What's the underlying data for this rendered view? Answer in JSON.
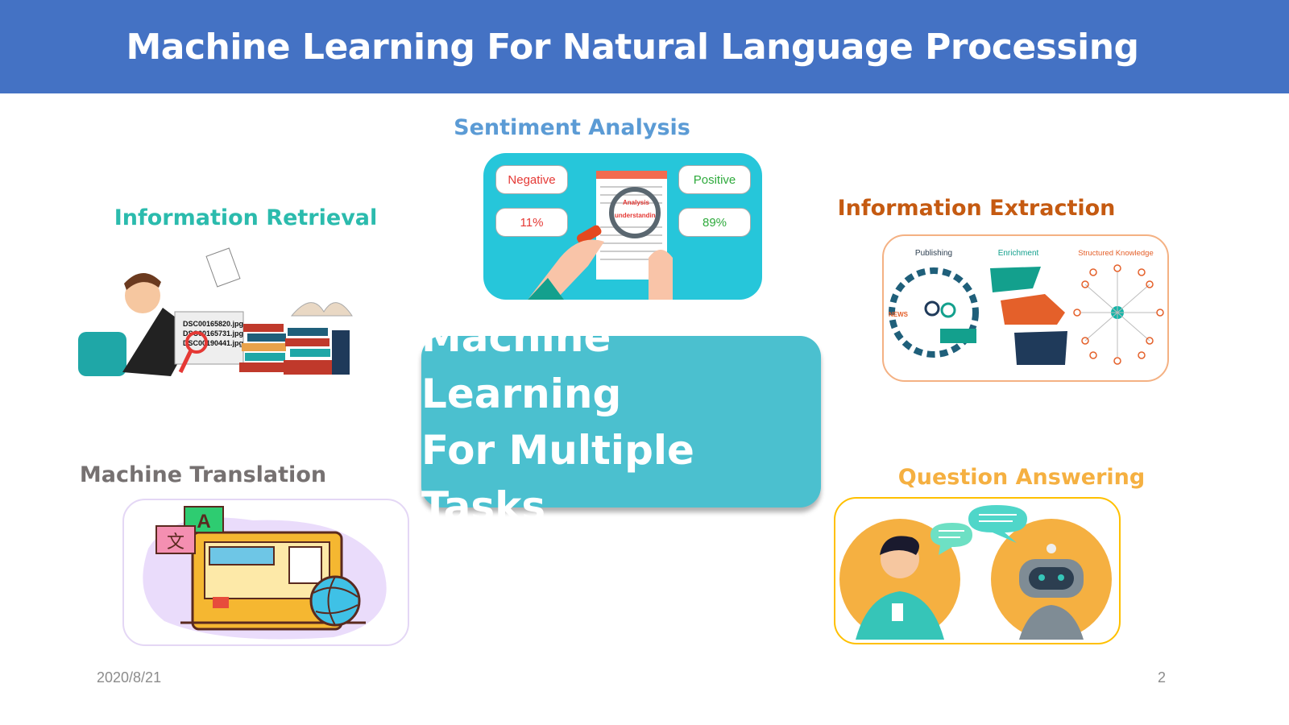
{
  "header": {
    "title": "Machine Learning For Natural Language Processing"
  },
  "center": {
    "line1": "Machine Learning",
    "line2": "For Multiple Tasks"
  },
  "tasks": {
    "sentiment": {
      "label": "Sentiment Analysis",
      "negative": "Negative",
      "positive": "Positive",
      "neg_pct": "11%",
      "pos_pct": "89%",
      "doc_words": [
        "Analysis",
        "understanding"
      ]
    },
    "retrieval": {
      "label": "Information Retrieval",
      "files": [
        "DSC00165820.jpg",
        "DSC00165731.jpg",
        "DSC00190441.jpg"
      ]
    },
    "extraction": {
      "label": "Information Extraction",
      "stages": [
        "Publishing",
        "Enrichment",
        "Structured Knowledge"
      ],
      "news": "NEWS"
    },
    "translation": {
      "label": "Machine Translation",
      "glyph_a": "A",
      "glyph_zh": "文"
    },
    "qa": {
      "label": "Question Answering"
    }
  },
  "colors": {
    "header": "#4472C4",
    "center": "#4BC0CF",
    "sentiment": "#5B9BD5",
    "retrieval": "#2BBBAD",
    "extraction": "#C55A11",
    "translation": "#767171",
    "qa": "#F5B041"
  },
  "footer": {
    "date": "2020/8/21",
    "page": "2"
  }
}
